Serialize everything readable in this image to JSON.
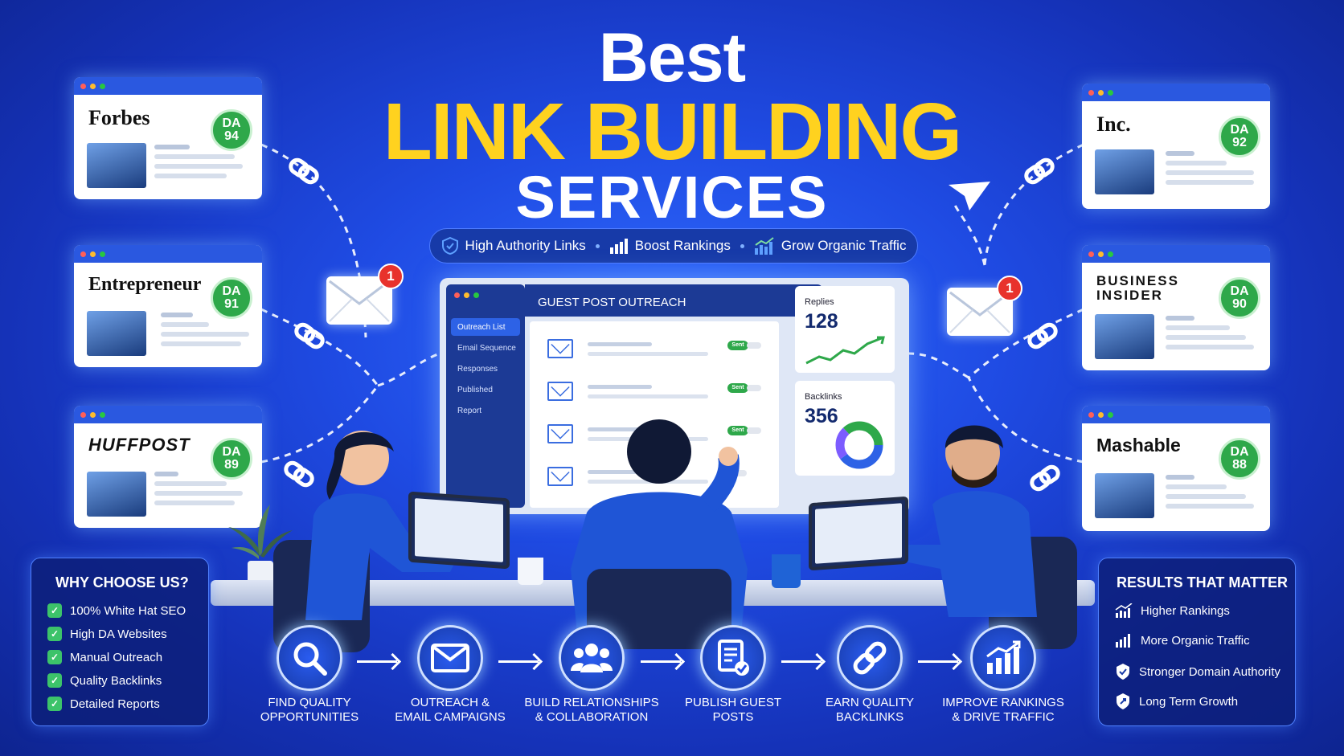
{
  "title": {
    "line1": "Best",
    "line2": "LINK BUILDING",
    "line3": "SERVICES"
  },
  "tagline": [
    "High Authority Links",
    "Boost Rankings",
    "Grow Organic Traffic"
  ],
  "publications": [
    {
      "name": "Forbes",
      "da_label": "DA",
      "da": "94"
    },
    {
      "name": "Entrepreneur",
      "da_label": "DA",
      "da": "91"
    },
    {
      "name": "HUFFPOST",
      "da_label": "DA",
      "da": "89"
    },
    {
      "name": "Inc.",
      "da_label": "DA",
      "da": "92"
    },
    {
      "name": "BUSINESS INSIDER",
      "da_label": "DA",
      "da": "90"
    },
    {
      "name": "Mashable",
      "da_label": "DA",
      "da": "88"
    }
  ],
  "notifications": {
    "count": "1"
  },
  "dashboard": {
    "title": "GUEST POST OUTREACH",
    "nav": [
      "Outreach List",
      "Email Sequence",
      "Responses",
      "Published",
      "Report"
    ],
    "status": "Sent",
    "replies_label": "Replies",
    "replies_value": "128",
    "backlinks_label": "Backlinks",
    "backlinks_value": "356"
  },
  "why_choose": {
    "title": "WHY CHOOSE US?",
    "items": [
      "100% White Hat SEO",
      "High DA Websites",
      "Manual Outreach",
      "Quality Backlinks",
      "Detailed Reports"
    ]
  },
  "results": {
    "title": "RESULTS THAT MATTER",
    "items": [
      "Higher Rankings",
      "More Organic Traffic",
      "Stronger Domain Authority",
      "Long Term Growth"
    ]
  },
  "steps": [
    {
      "line1": "FIND QUALITY",
      "line2": "OPPORTUNITIES",
      "icon": "search-icon"
    },
    {
      "line1": "OUTREACH &",
      "line2": "EMAIL CAMPAIGNS",
      "icon": "envelope-icon"
    },
    {
      "line1": "BUILD RELATIONSHIPS",
      "line2": "& COLLABORATION",
      "icon": "team-icon"
    },
    {
      "line1": "PUBLISH GUEST",
      "line2": "POSTS",
      "icon": "document-check-icon"
    },
    {
      "line1": "EARN QUALITY",
      "line2": "BACKLINKS",
      "icon": "link-icon"
    },
    {
      "line1": "IMPROVE RANKINGS",
      "line2": "& DRIVE TRAFFIC",
      "icon": "growth-chart-icon"
    }
  ],
  "colors": {
    "accent": "#ffd21f",
    "primary": "#1f4be3",
    "success": "#2ea84a",
    "alert": "#e8322c"
  }
}
